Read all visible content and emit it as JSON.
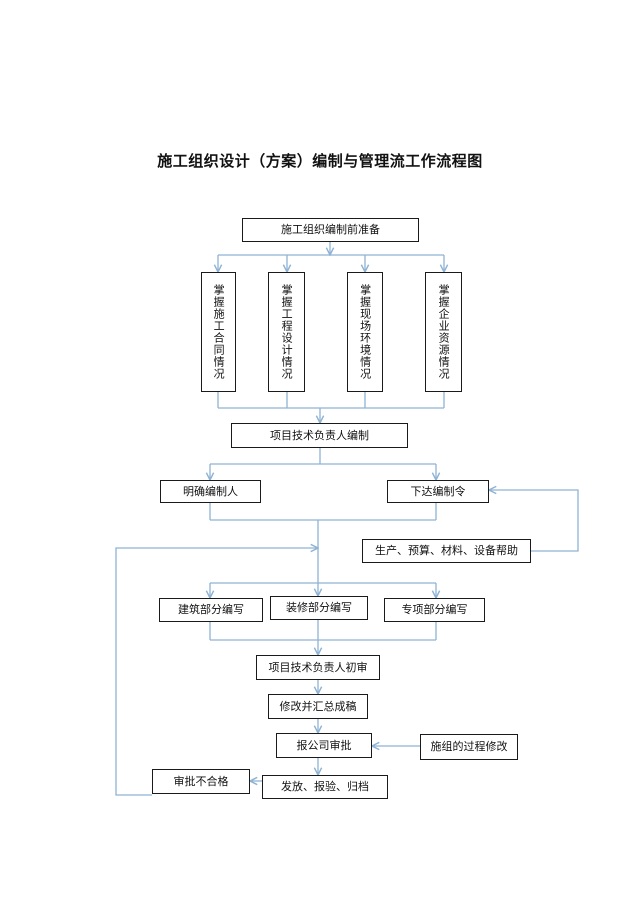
{
  "title": "施工组织设计（方案）编制与管理流工作流程图",
  "colors": {
    "arrow": "#8fb3d4",
    "box_border": "#1a1a1a"
  },
  "nodes": {
    "prep": "施工组织编制前准备",
    "contract": "掌握施工合同情况",
    "design": "掌握工程设计情况",
    "site": "掌握现场环境情况",
    "resource": "掌握企业资源情况",
    "tech_compile": "项目技术负责人编制",
    "assign": "明确编制人",
    "order": "下达编制令",
    "support": "生产、预算、材料、设备帮助",
    "building": "建筑部分编写",
    "decoration": "装修部分编写",
    "special": "专项部分编写",
    "initial_review": "项目技术负责人初审",
    "revise": "修改并汇总成稿",
    "company_approval": "报公司审批",
    "process_revise": "施组的过程修改",
    "rejected": "审批不合格",
    "issue": "发放、报验、归档"
  }
}
